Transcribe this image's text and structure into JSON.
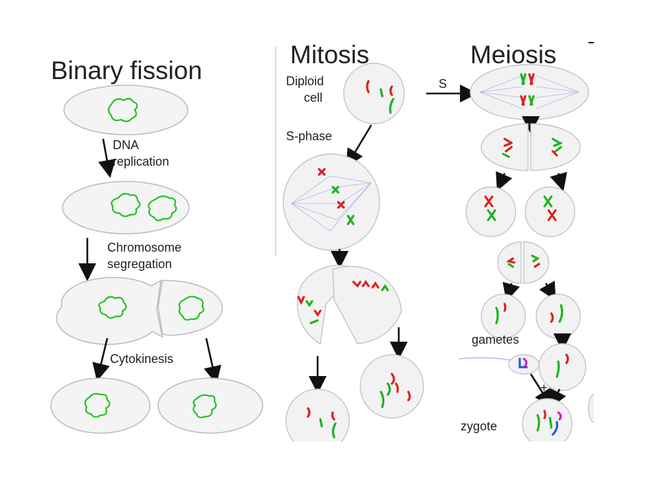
{
  "binary_fission": {
    "title": "Binary fission",
    "label_replication_1": "DNA",
    "label_replication_2": "replication",
    "label_segregation_1": "Chromosome",
    "label_segregation_2": "segregation",
    "label_cytokinesis": "Cytokinesis"
  },
  "mitosis": {
    "title": "Mitosis",
    "label_diploid_1": "Diploid",
    "label_diploid_2": "cell",
    "label_sphase": "S-phase"
  },
  "meiosis": {
    "title": "Meiosis",
    "label_s": "S",
    "label_gametes": "gametes",
    "label_plus": "+",
    "label_zygote": "zygote"
  },
  "colors": {
    "dna": "#21c321",
    "chromosome_red": "#e02020",
    "chromosome_green": "#1eb31e",
    "chromosome_blue": "#2060d0",
    "chromosome_magenta": "#d020d0",
    "spindle": "#9aa6e8"
  }
}
